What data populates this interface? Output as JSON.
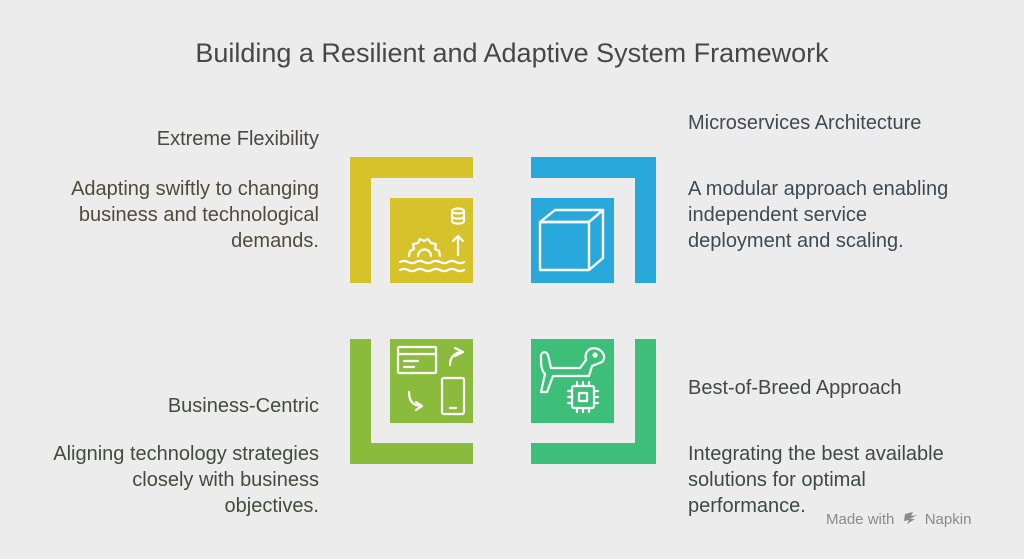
{
  "title": "Building a Resilient and Adaptive System Framework",
  "items": {
    "flexibility": {
      "title": "Extreme Flexibility",
      "description_lines": [
        "Adapting swiftly to changing",
        "business and technological",
        "demands."
      ],
      "color": "#d6c22a"
    },
    "microservices": {
      "title": "Microservices Architecture",
      "description_lines": [
        "A modular approach enabling",
        "independent service",
        "deployment and scaling."
      ],
      "color": "#29a8dc"
    },
    "business": {
      "title": "Business-Centric",
      "description_lines": [
        "Aligning technology strategies",
        "closely with business",
        "objectives."
      ],
      "color": "#8bbb3c"
    },
    "best_of_breed": {
      "title": "Best-of-Breed Approach",
      "description_lines": [
        "Integrating the best available",
        "solutions for optimal",
        "performance."
      ],
      "color": "#3dbf7a"
    }
  },
  "icons": {
    "flexibility": "gear-database-arrow-icon",
    "microservices": "cube-icon",
    "business": "window-phone-arrows-icon",
    "best_of_breed": "robot-dog-chip-icon"
  },
  "footer": {
    "prefix": "Made with",
    "brand": "Napkin"
  }
}
